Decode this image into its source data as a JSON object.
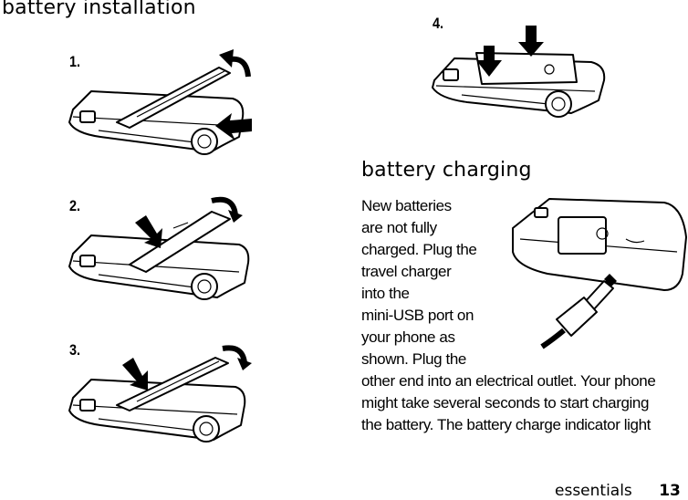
{
  "install": {
    "title": "battery installation",
    "steps": [
      "1.",
      "2.",
      "3.",
      "4."
    ]
  },
  "charging": {
    "title": "battery charging",
    "wrap_lines": [
      "New batteries",
      "are not fully",
      "charged. Plug the",
      "travel charger",
      "into the",
      "mini-USB port on",
      "your phone as",
      "shown. Plug the"
    ],
    "full_lines": [
      "other end into an electrical outlet. Your phone",
      "might take several seconds to start charging",
      "the battery. The battery charge indicator light"
    ]
  },
  "footer": {
    "section": "essentials",
    "page": "13"
  }
}
